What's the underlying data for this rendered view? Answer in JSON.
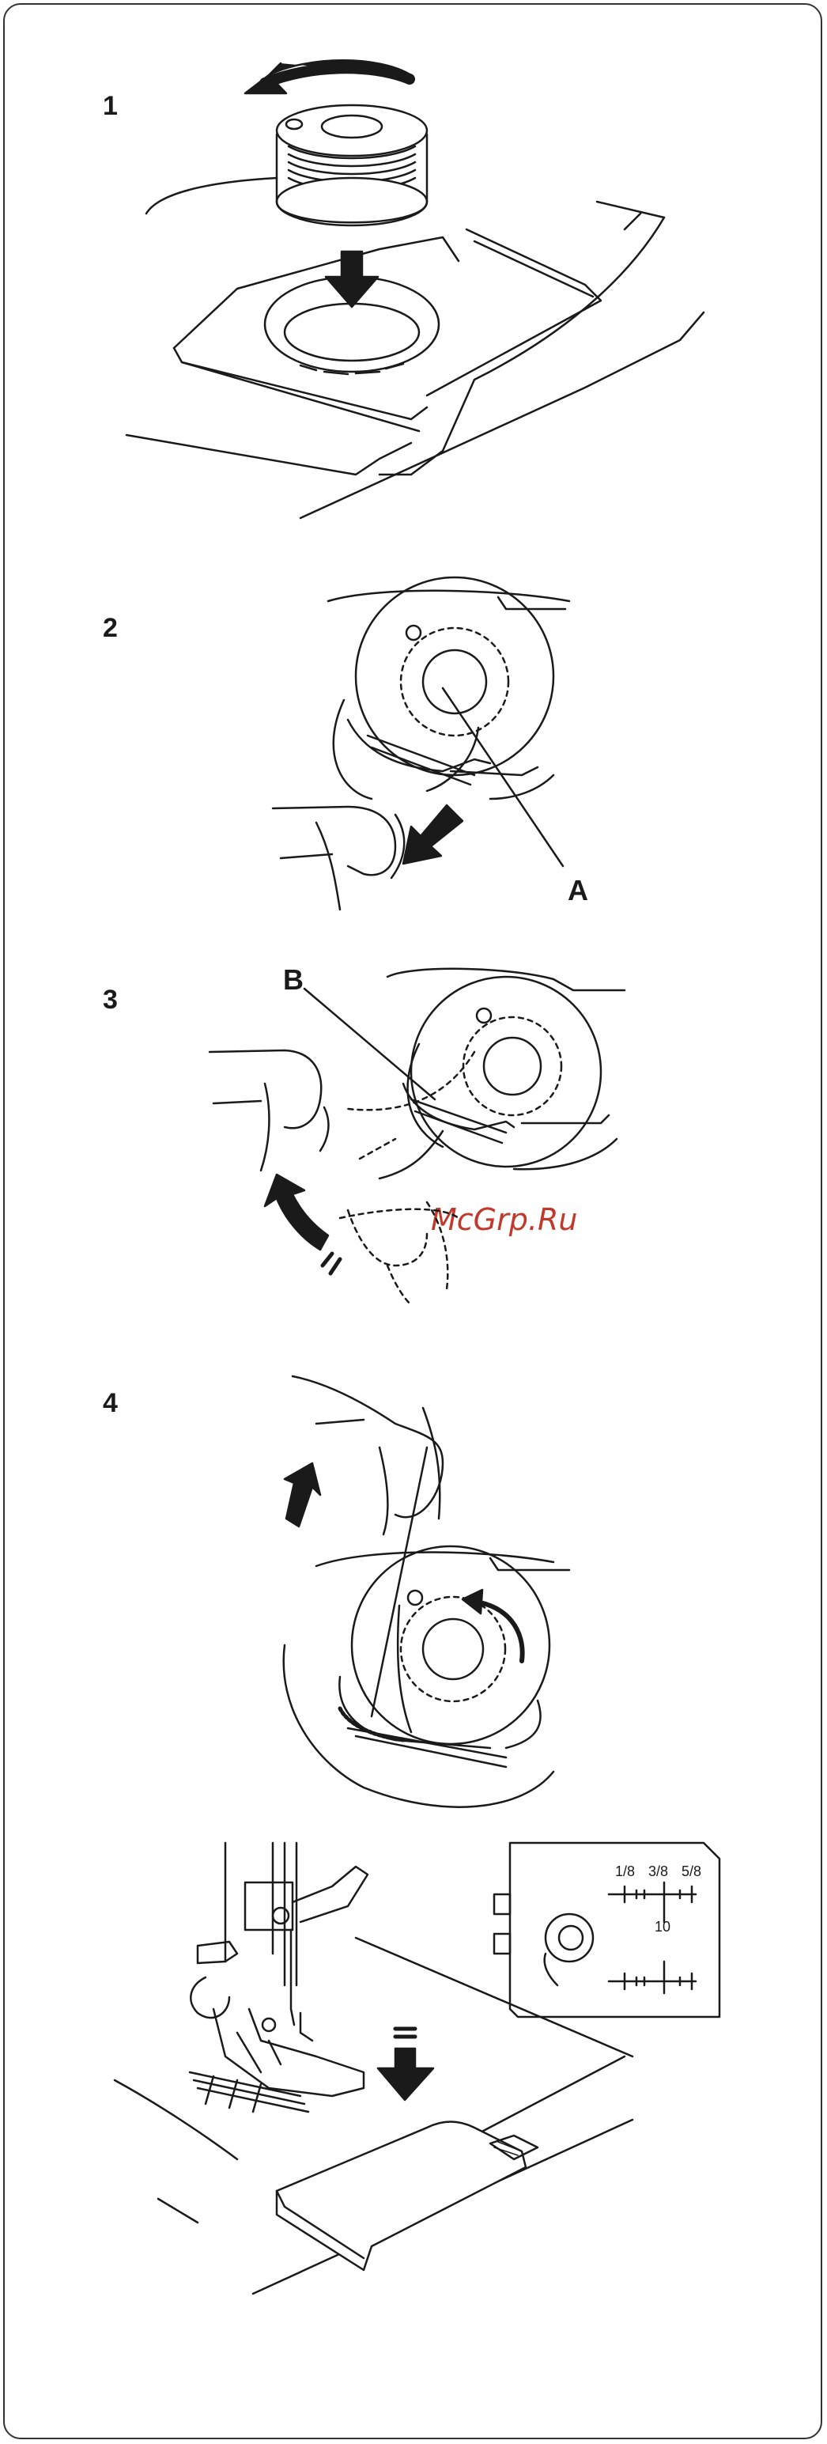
{
  "steps": [
    {
      "number": "1"
    },
    {
      "number": "2"
    },
    {
      "number": "3"
    },
    {
      "number": "4"
    }
  ],
  "callouts": {
    "a": "A",
    "b": "B"
  },
  "watermark": "McGrp.Ru",
  "needle_plate_scale": {
    "fractions": [
      "1/8",
      "3/8",
      "5/8"
    ],
    "metric": "10"
  },
  "colors": {
    "line": "#1a1a1a",
    "watermark": "#c0392b"
  }
}
